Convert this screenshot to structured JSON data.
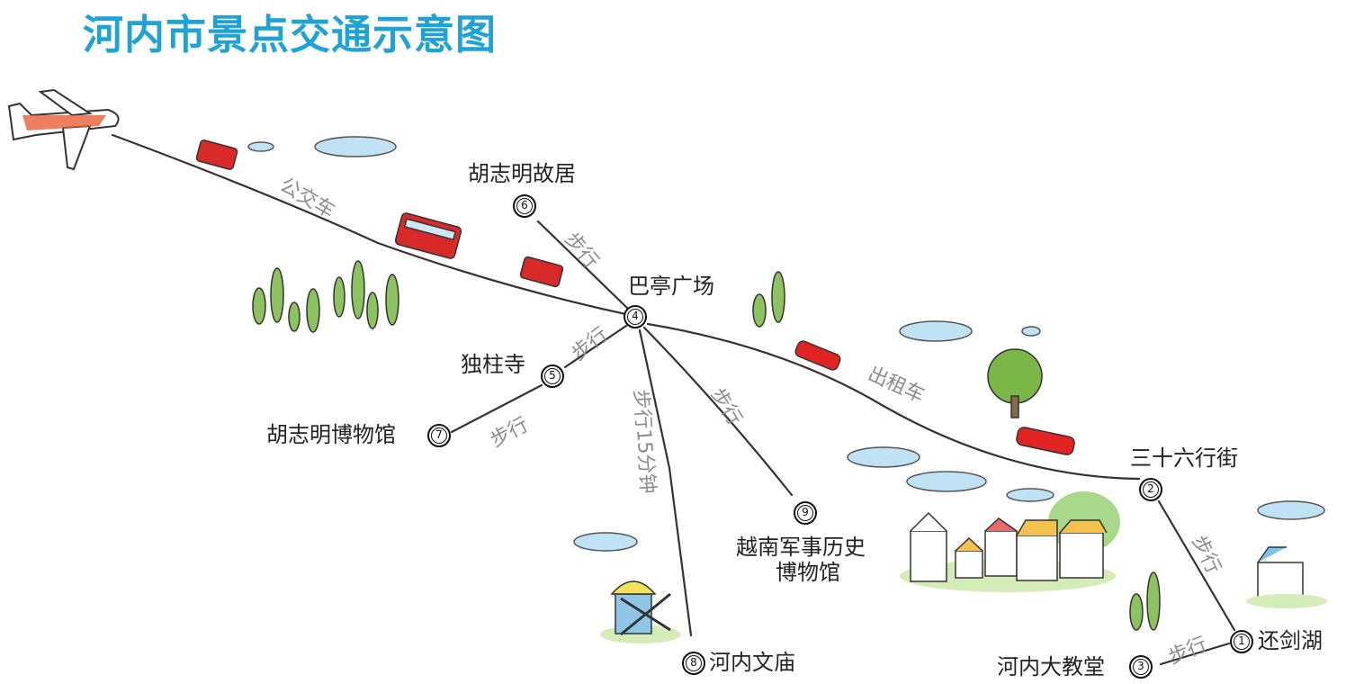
{
  "title": "河内市景点交通示意图",
  "colors": {
    "title": "#1fa3d4",
    "route_line": "#3a3030",
    "route_label": "#8c8c8c",
    "bus": "#d92a2a",
    "taxi": "#e02424",
    "tree": "#7ab648",
    "cloud": "#7cc4e8"
  },
  "spots": [
    {
      "num": "1",
      "name": "还剑湖"
    },
    {
      "num": "2",
      "name": "三十六行街"
    },
    {
      "num": "3",
      "name": "河内大教堂"
    },
    {
      "num": "4",
      "name": "巴亭广场"
    },
    {
      "num": "5",
      "name": "独柱寺"
    },
    {
      "num": "6",
      "name": "胡志明故居"
    },
    {
      "num": "7",
      "name": "胡志明博物馆"
    },
    {
      "num": "8",
      "name": "河内文庙"
    },
    {
      "num": "9",
      "name_line1": "越南军事历史",
      "name_line2": "博物馆"
    }
  ],
  "routes": {
    "bus": "公交车",
    "walk_6_4": "步行",
    "walk_4_5": "步行",
    "walk_5_7": "步行",
    "walk_4_8": "步行15分钟",
    "walk_4_9": "步行",
    "taxi": "出租车",
    "walk_2_1": "步行",
    "walk_3_1": "步行"
  }
}
